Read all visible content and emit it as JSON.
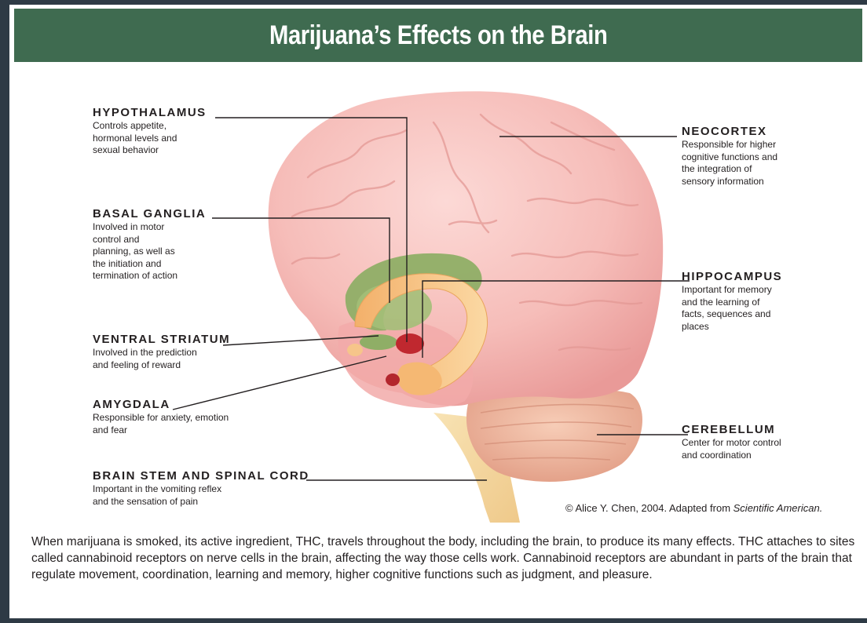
{
  "title": "Marijuana’s Effects on the Brain",
  "labels": {
    "hypothalamus": {
      "title": "HYPOTHALAMUS",
      "desc": [
        "Controls appetite,",
        "hormonal levels and",
        "sexual behavior"
      ]
    },
    "basal_ganglia": {
      "title": "BASAL GANGLIA",
      "desc": [
        "Involved in motor",
        "control and",
        "planning, as well as",
        "the initiation and",
        "termination of action"
      ]
    },
    "ventral_striatum": {
      "title": "VENTRAL STRIATUM",
      "desc": [
        "Involved in the prediction",
        "and feeling of reward"
      ]
    },
    "amygdala": {
      "title": "AMYGDALA",
      "desc": [
        "Responsible for anxiety, emotion",
        "and fear"
      ]
    },
    "brain_stem": {
      "title": "BRAIN STEM AND SPINAL CORD",
      "desc": [
        "Important in the vomiting reflex",
        "and the sensation of pain"
      ]
    },
    "neocortex": {
      "title": "NEOCORTEX",
      "desc": [
        "Responsible for higher",
        "cognitive functions and",
        "the integration of",
        "sensory information"
      ]
    },
    "hippocampus": {
      "title": "HIPPOCAMPUS",
      "desc": [
        "Important for memory",
        "and the learning of",
        "facts, sequences and",
        "places"
      ]
    },
    "cerebellum": {
      "title": "CEREBELLUM",
      "desc": [
        "Center for motor control",
        "and coordination"
      ]
    }
  },
  "credit": {
    "text": "© Alice Y. Chen, 2004. Adapted from ",
    "source": "Scientific American."
  },
  "caption": "When marijuana is smoked, its active ingredient, THC, travels throughout the body, including the brain, to produce its many effects. THC attaches to sites called cannabinoid receptors on nerve cells in the brain, affecting the way those cells work. Cannabinoid receptors are abundant in parts of the brain that regulate movement, coordination, learning and memory, higher cognitive functions such as judgment, and pleasure.",
  "colors": {
    "header": "#3f6b50",
    "cortex": "#f4b9b6",
    "basal_ganglia": "#8fae66",
    "hippocampus": "#f6c58a",
    "amygdala": "#c0282f",
    "brain_stem": "#f3d7a0",
    "cerebellum": "#eeb39a"
  }
}
